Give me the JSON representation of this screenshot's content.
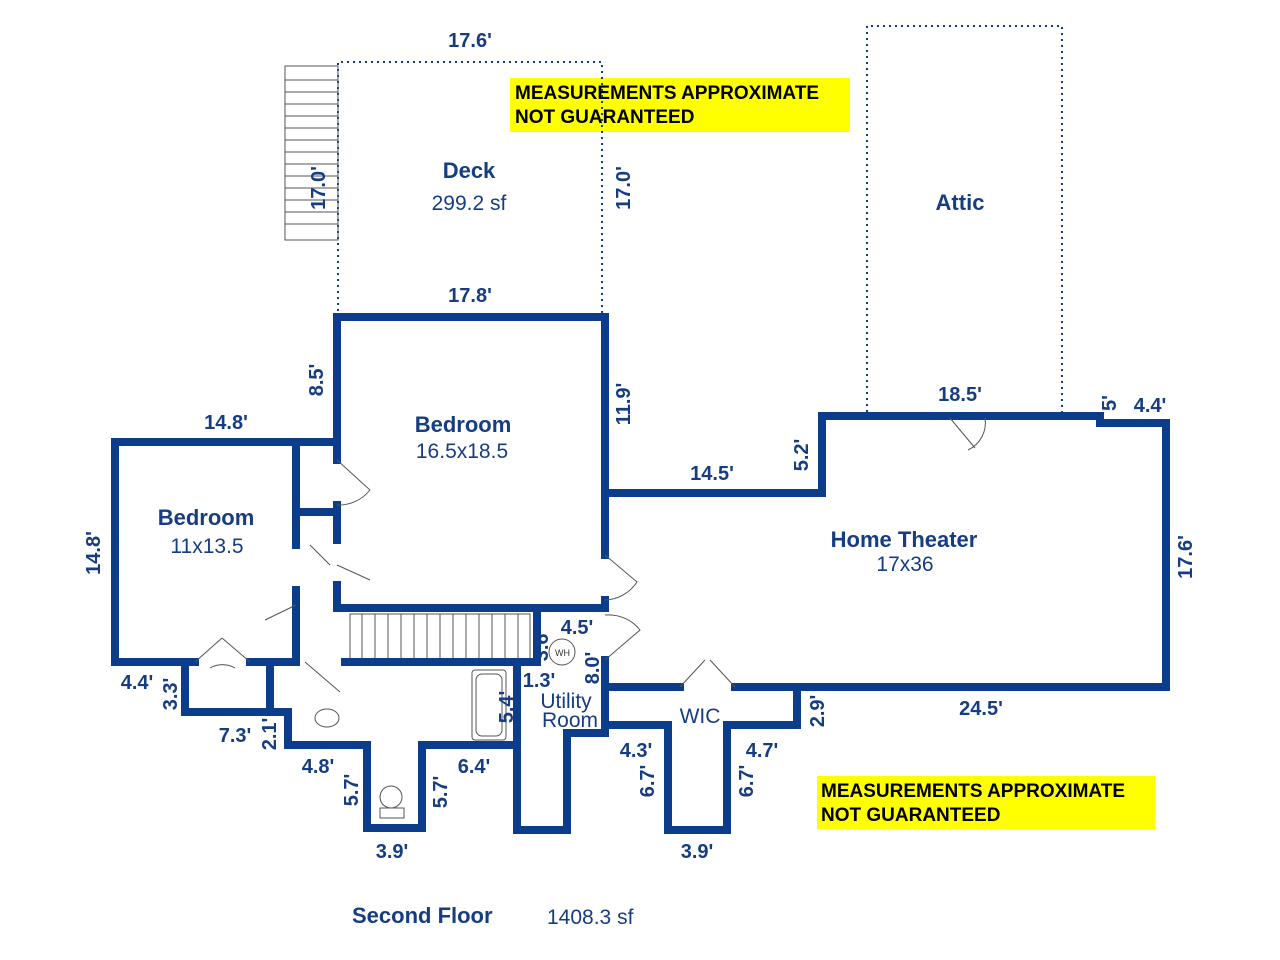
{
  "floor": {
    "name": "Second Floor",
    "area": "1408.3 sf"
  },
  "notice": {
    "line1": "MEASUREMENTS APPROXIMATE",
    "line2": "NOT GUARANTEED",
    "color": "#ffff00"
  },
  "colors": {
    "wall": "#0b3d8a",
    "text": "#163d82"
  },
  "rooms": {
    "deck": {
      "name": "Deck",
      "size": "299.2 sf"
    },
    "attic": {
      "name": "Attic"
    },
    "bedroom_main": {
      "name": "Bedroom",
      "size": "16.5x18.5"
    },
    "bedroom_left": {
      "name": "Bedroom",
      "size": "11x13.5"
    },
    "theater": {
      "name": "Home Theater",
      "size": "17x36"
    },
    "utility": {
      "line1": "Utility",
      "line2": "Room"
    },
    "wic": {
      "name": "WIC"
    },
    "wh": "WH"
  },
  "dims": {
    "deck_top": "17.6'",
    "deck_left": "17.0'",
    "deck_right": "17.0'",
    "bed_top": "17.8'",
    "bed_left": "8.5'",
    "bed_right": "11.9'",
    "left_top": "14.8'",
    "left_side": "14.8'",
    "th_a": "14.5'",
    "th_b": "5.2'",
    "th_top": "18.5'",
    "th_c": "5'",
    "th_d": "4.4'",
    "th_right": "17.6'",
    "th_bottom": "24.5'",
    "th_e": "2.9'",
    "u1": "4.5'",
    "u2": "3.6'",
    "u3": "8.0'",
    "u4": "1.3'",
    "u5": "5.4'",
    "b1": "4.4'",
    "b2": "3.3'",
    "b3": "7.3'",
    "b4": "2.1'",
    "b5": "4.8'",
    "b6": "5.7'",
    "b7": "5.7'",
    "b8": "6.4'",
    "b9": "3.9'",
    "w1": "4.3'",
    "w2": "6.7'",
    "w3": "4.7'",
    "w4": "6.7'",
    "w5": "3.9'"
  }
}
